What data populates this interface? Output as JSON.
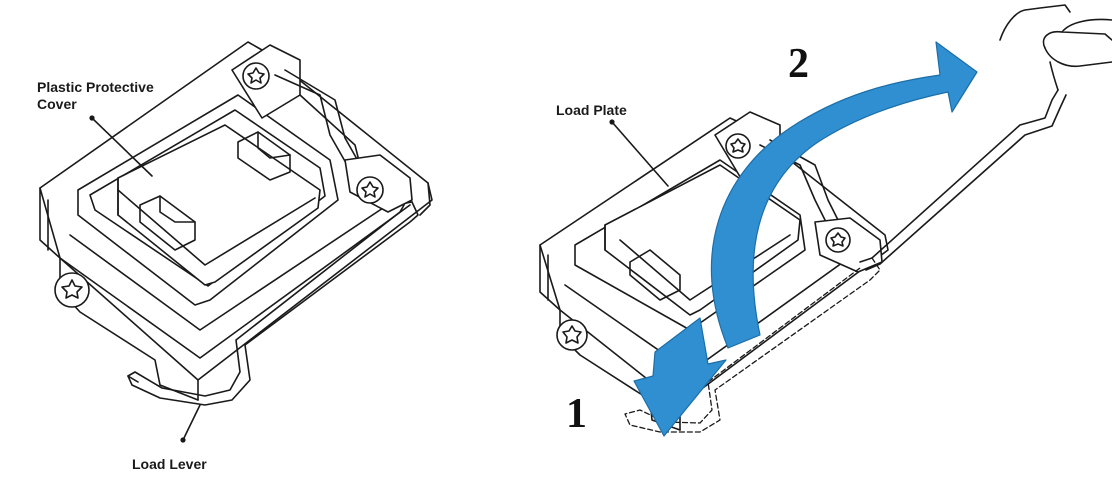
{
  "colors": {
    "arrow": "#2f8fd0",
    "arrow_edge": "#1d6ea8",
    "line": "#1a1a1a"
  },
  "left_figure": {
    "cover_label_line1": "Plastic Protective",
    "cover_label_line2": "Cover",
    "lever_label": "Load Lever"
  },
  "right_figure": {
    "plate_label": "Load Plate",
    "step_one": "1",
    "step_two": "2"
  },
  "icons": [
    "screw-icon",
    "curved-arrow-icon",
    "down-arrow-icon",
    "hand-icon"
  ]
}
